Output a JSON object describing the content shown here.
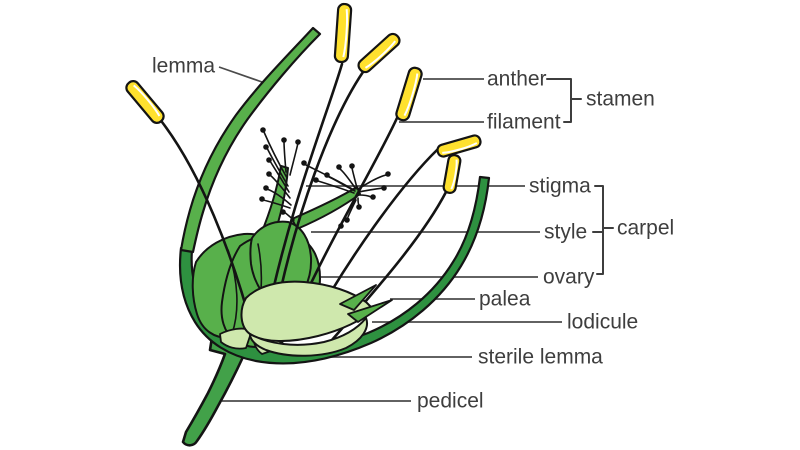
{
  "figure": {
    "type": "labeled-biology-diagram",
    "subject": "grass flower floret structure",
    "labels": {
      "lemma": "lemma",
      "anther": "anther",
      "filament": "filament",
      "stamen": "stamen",
      "stigma": "stigma",
      "style": "style",
      "ovary": "ovary",
      "carpel": "carpel",
      "palea": "palea",
      "lodicule": "lodicule",
      "sterile_lemma": "sterile lemma",
      "pedicel": "pedicel"
    }
  },
  "colors": {
    "background": "#ffffff",
    "label_text": "#3e3e3e",
    "leader_line": "#4b4b4b",
    "outline": "#141414",
    "mid_green": "#58b04b",
    "dark_green": "#2e9140",
    "pale_green": "#cfe8ad",
    "pedicel_green": "#42a149",
    "anther_yellow": "#ffe12e",
    "anther_suture": "#ffffff"
  }
}
